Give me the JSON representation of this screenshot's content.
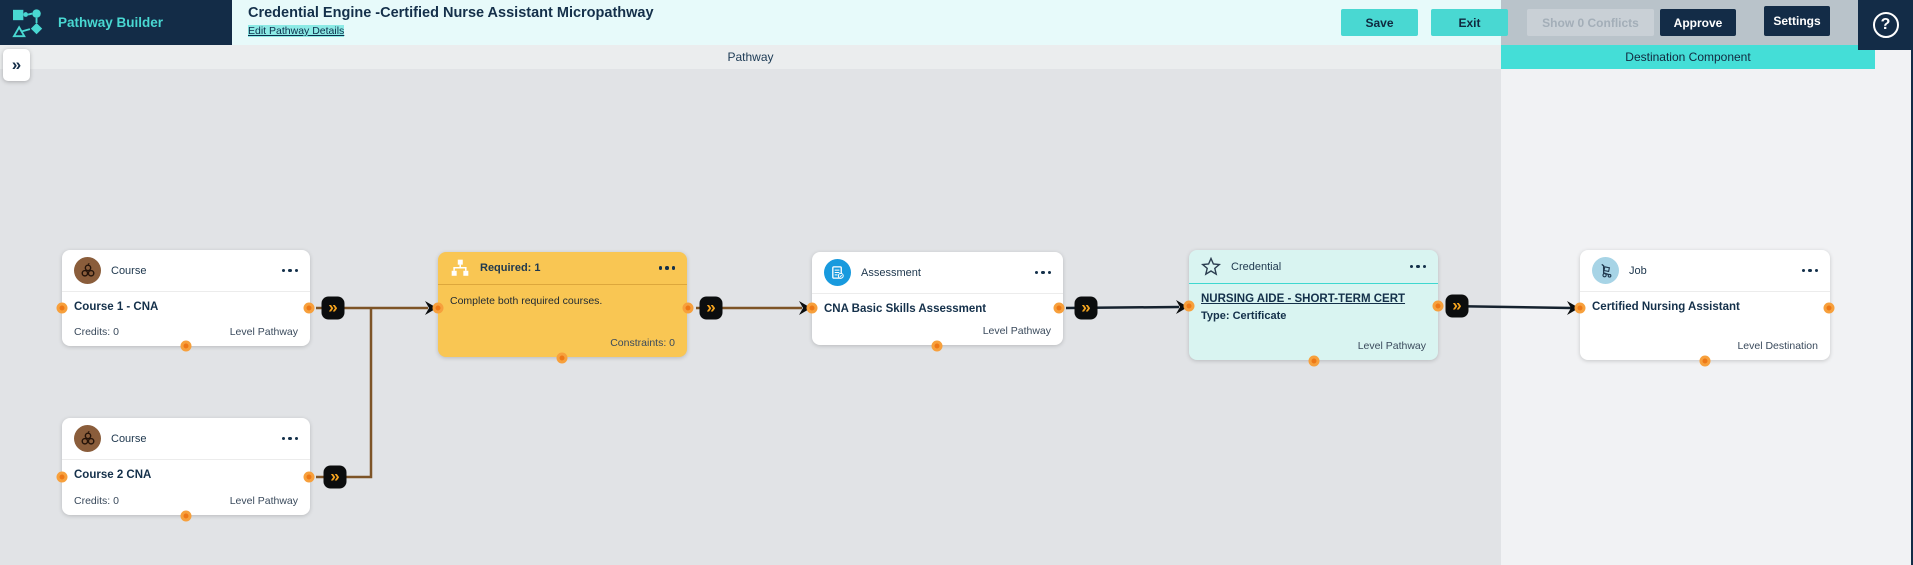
{
  "app": {
    "name": "Pathway Builder"
  },
  "header": {
    "title": "Credential Engine -Certified Nurse Assistant Micropathway",
    "edit_link": "Edit Pathway Details",
    "save": "Save",
    "exit": "Exit",
    "show_conflicts": "Show 0 Conflicts",
    "approve": "Approve",
    "settings": "Settings",
    "help_glyph": "?"
  },
  "panels": {
    "pathway": "Pathway",
    "destination": "Destination Component",
    "collapse_glyph": "»"
  },
  "nodes": [
    {
      "type": "Course",
      "icon": "course-icon",
      "title": "Course 1 - CNA",
      "credits": "Credits: 0",
      "level": "Level Pathway"
    },
    {
      "type": "Course",
      "icon": "course-icon",
      "title": "Course 2 CNA",
      "credits": "Credits: 0",
      "level": "Level Pathway"
    },
    {
      "type": "Required: 1",
      "icon": "hierarchy-icon",
      "description": "Complete both required courses.",
      "constraints": "Constraints: 0"
    },
    {
      "type": "Assessment",
      "icon": "assessment-icon",
      "title": "CNA Basic Skills Assessment",
      "level": "Level Pathway"
    },
    {
      "type": "Credential",
      "icon": "star-icon",
      "title": "NURSING AIDE - SHORT-TERM CERT",
      "credential_type": "Type: Certificate",
      "level": "Level Pathway"
    },
    {
      "type": "Job",
      "icon": "job-icon",
      "title": "Certified Nursing Assistant",
      "level": "Level Destination"
    }
  ],
  "connections": [
    {
      "from": "Course 1 - CNA",
      "to": "Required: 1"
    },
    {
      "from": "Course 2 CNA",
      "to": "Required: 1"
    },
    {
      "from": "Required: 1",
      "to": "CNA Basic Skills Assessment"
    },
    {
      "from": "CNA Basic Skills Assessment",
      "to": "NURSING AIDE - SHORT-TERM CERT"
    },
    {
      "from": "NURSING AIDE - SHORT-TERM CERT",
      "to": "Certified Nursing Assistant"
    }
  ],
  "colors": {
    "accent_teal": "#49d8d2",
    "navy": "#132c47",
    "required_yellow": "#f9c653",
    "credential_bg": "#d9f4f1",
    "connector_brown": "#7d5427",
    "connector_dark": "#15222e",
    "port_orange": "#ed7817",
    "chevron_orange": "#f5a41f"
  }
}
